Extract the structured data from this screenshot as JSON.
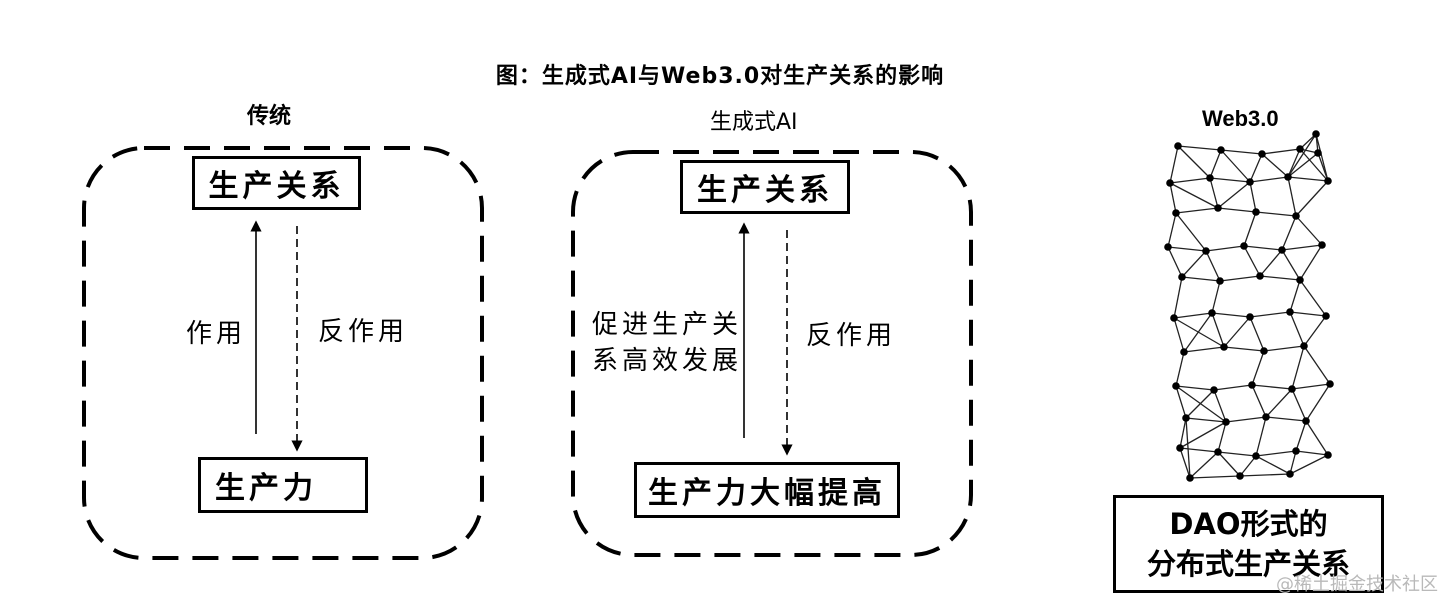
{
  "title": "图：生成式AI与Web3.0对生产关系的影响",
  "panels": {
    "traditional": {
      "title": "传统",
      "top_box": "生产关系",
      "bottom_box": "生产力",
      "up_label": "作用",
      "down_label": "反作用"
    },
    "generative_ai": {
      "title": "生成式AI",
      "top_box": "生产关系",
      "bottom_box": "生产力大幅提高",
      "up_label_line1": "促进生产关",
      "up_label_line2": "系高效发展",
      "down_label": "反作用"
    },
    "web3": {
      "title": "Web3.0",
      "box_line1": "DAO形式的",
      "box_line2": "分布式生产关系"
    }
  },
  "watermark": "@稀土掘金技术社区"
}
